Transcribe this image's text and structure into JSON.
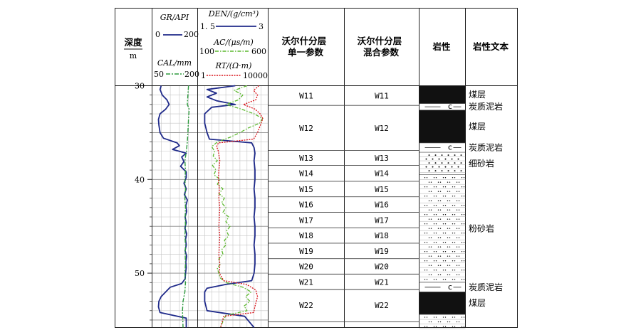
{
  "header": {
    "depth": "深度",
    "depth_unit": "m",
    "gr_label": "GR/API",
    "gr_min": "0",
    "gr_max": "200",
    "cal_label": "CAL/mm",
    "cal_min": "50",
    "cal_max": "200",
    "den_label": "DEN/(g/cm³)",
    "den_min": "1. 5",
    "den_max": "3",
    "ac_label": "AC/(μs/m)",
    "ac_min": "100",
    "ac_max": "600",
    "rt_label": "RT/(Ω·m)",
    "rt_min": "1",
    "rt_max": "10000",
    "single_param": "沃尔什分层\n单一参数",
    "mixed_param": "沃尔什分层\n混合参数",
    "lithology": "岩性",
    "lithology_text": "岩性文本"
  },
  "depth_ticks": [
    {
      "value": 30,
      "label": "30"
    },
    {
      "value": 40,
      "label": "40"
    },
    {
      "value": 50,
      "label": "50"
    }
  ],
  "walsh_single": [
    {
      "top": 30.0,
      "bottom": 32.1,
      "label": "W11"
    },
    {
      "top": 32.1,
      "bottom": 36.9,
      "label": "W12"
    },
    {
      "top": 36.9,
      "bottom": 38.5,
      "label": "W13"
    },
    {
      "top": 38.5,
      "bottom": 40.2,
      "label": "W14"
    },
    {
      "top": 40.2,
      "bottom": 41.85,
      "label": "W15"
    },
    {
      "top": 41.85,
      "bottom": 43.5,
      "label": "W16"
    },
    {
      "top": 43.5,
      "bottom": 45.15,
      "label": "W17"
    },
    {
      "top": 45.15,
      "bottom": 46.8,
      "label": "W18"
    },
    {
      "top": 46.8,
      "bottom": 48.45,
      "label": "W19"
    },
    {
      "top": 48.45,
      "bottom": 50.1,
      "label": "W20"
    },
    {
      "top": 50.1,
      "bottom": 51.75,
      "label": "W21"
    },
    {
      "top": 51.75,
      "bottom": 55.8,
      "label": "W22"
    }
  ],
  "walsh_mixed": [
    {
      "top": 30.0,
      "bottom": 32.1,
      "label": "W11"
    },
    {
      "top": 32.1,
      "bottom": 36.9,
      "label": "W12"
    },
    {
      "top": 36.9,
      "bottom": 38.5,
      "label": "W13"
    },
    {
      "top": 38.5,
      "bottom": 40.2,
      "label": "W14"
    },
    {
      "top": 40.2,
      "bottom": 41.85,
      "label": "W15"
    },
    {
      "top": 41.85,
      "bottom": 43.5,
      "label": "W16"
    },
    {
      "top": 43.5,
      "bottom": 45.15,
      "label": "W17"
    },
    {
      "top": 45.15,
      "bottom": 46.8,
      "label": "W18"
    },
    {
      "top": 46.8,
      "bottom": 48.45,
      "label": "W19"
    },
    {
      "top": 48.45,
      "bottom": 50.1,
      "label": "W20"
    },
    {
      "top": 50.1,
      "bottom": 51.75,
      "label": "W21"
    },
    {
      "top": 51.75,
      "bottom": 55.8,
      "label": "W22"
    }
  ],
  "lithology": [
    {
      "top": 30.0,
      "bottom": 31.9,
      "type": "coal",
      "label": "煤层"
    },
    {
      "top": 31.9,
      "bottom": 32.6,
      "type": "carb-mudstone",
      "label": "炭质泥岩"
    },
    {
      "top": 32.6,
      "bottom": 36.1,
      "type": "coal",
      "label": "煤层"
    },
    {
      "top": 36.1,
      "bottom": 37.1,
      "type": "carb-mudstone",
      "label": "炭质泥岩"
    },
    {
      "top": 37.1,
      "bottom": 39.5,
      "type": "fine-sandstone",
      "label": "细砂岩"
    },
    {
      "top": 39.5,
      "bottom": 51.0,
      "type": "siltstone",
      "label": "粉砂岩"
    },
    {
      "top": 51.0,
      "bottom": 52.0,
      "type": "carb-mudstone",
      "label": "炭质泥岩"
    },
    {
      "top": 52.0,
      "bottom": 54.4,
      "type": "coal",
      "label": "煤层"
    },
    {
      "top": 54.4,
      "bottom": 55.8,
      "type": "siltstone",
      "label": ""
    }
  ],
  "colors": {
    "gr": "#1f2a8a",
    "cal": "#2e9a3e",
    "den": "#1f2a8a",
    "ac": "#5cb82e",
    "rt": "#d9141b",
    "coal": "#111111",
    "grid": "#b0b0b0"
  },
  "chart_data": {
    "type": "line",
    "y_axis": {
      "label": "深度",
      "unit": "m",
      "range": [
        30,
        55.8
      ]
    },
    "tracks": [
      {
        "name": "GR",
        "scale": [
          0,
          200
        ],
        "points": [
          [
            30,
            40
          ],
          [
            30.4,
            35
          ],
          [
            31,
            45
          ],
          [
            31.5,
            65
          ],
          [
            32,
            75
          ],
          [
            32.5,
            60
          ],
          [
            33,
            35
          ],
          [
            33.6,
            28
          ],
          [
            34.2,
            30
          ],
          [
            35,
            35
          ],
          [
            35.6,
            50
          ],
          [
            36.1,
            110
          ],
          [
            36.4,
            120
          ],
          [
            36.8,
            90
          ],
          [
            37.2,
            150
          ],
          [
            37.6,
            130
          ],
          [
            38.1,
            140
          ],
          [
            38.6,
            125
          ],
          [
            39.2,
            150
          ],
          [
            39.8,
            150
          ],
          [
            40.4,
            140
          ],
          [
            41,
            150
          ],
          [
            41.6,
            142
          ],
          [
            42.2,
            155
          ],
          [
            42.8,
            148
          ],
          [
            43.4,
            152
          ],
          [
            44,
            145
          ],
          [
            44.6,
            150
          ],
          [
            45.2,
            144
          ],
          [
            45.8,
            152
          ],
          [
            46.4,
            147
          ],
          [
            47,
            150
          ],
          [
            47.6,
            145
          ],
          [
            48.2,
            152
          ],
          [
            48.8,
            148
          ],
          [
            49.4,
            150
          ],
          [
            50,
            147
          ],
          [
            50.6,
            145
          ],
          [
            51.1,
            130
          ],
          [
            51.5,
            80
          ],
          [
            52,
            60
          ],
          [
            52.5,
            40
          ],
          [
            53,
            30
          ],
          [
            53.6,
            28
          ],
          [
            54.2,
            35
          ],
          [
            54.8,
            150
          ],
          [
            55.8,
            150
          ]
        ]
      },
      {
        "name": "CAL",
        "scale": [
          50,
          200
        ],
        "points": [
          [
            30,
            170
          ],
          [
            31,
            168
          ],
          [
            32,
            166
          ],
          [
            32.5,
            172
          ],
          [
            33.5,
            170
          ],
          [
            35,
            168
          ],
          [
            36,
            166
          ],
          [
            37,
            163
          ],
          [
            38,
            158
          ],
          [
            39,
            160
          ],
          [
            40,
            158
          ],
          [
            41,
            160
          ],
          [
            42,
            158
          ],
          [
            43,
            160
          ],
          [
            44,
            159
          ],
          [
            45,
            160
          ],
          [
            46,
            158
          ],
          [
            47,
            160
          ],
          [
            48,
            159
          ],
          [
            49,
            160
          ],
          [
            50,
            158
          ],
          [
            51,
            160
          ],
          [
            52,
            158
          ],
          [
            53,
            152
          ],
          [
            54,
            150
          ],
          [
            55.8,
            152
          ]
        ]
      },
      {
        "name": "DEN",
        "scale": [
          1.5,
          3
        ],
        "points": [
          [
            30,
            2.3
          ],
          [
            30.4,
            1.7
          ],
          [
            30.8,
            1.9
          ],
          [
            31.2,
            1.7
          ],
          [
            31.6,
            1.9
          ],
          [
            32,
            2.3
          ],
          [
            32.3,
            1.8
          ],
          [
            33,
            1.65
          ],
          [
            34,
            1.65
          ],
          [
            35,
            1.7
          ],
          [
            35.7,
            1.75
          ],
          [
            36.1,
            2.65
          ],
          [
            36.6,
            2.7
          ],
          [
            37.2,
            2.72
          ],
          [
            38,
            2.7
          ],
          [
            39,
            2.72
          ],
          [
            40,
            2.72
          ],
          [
            41,
            2.7
          ],
          [
            42,
            2.72
          ],
          [
            43,
            2.72
          ],
          [
            44,
            2.7
          ],
          [
            45,
            2.72
          ],
          [
            46,
            2.72
          ],
          [
            47,
            2.7
          ],
          [
            48,
            2.72
          ],
          [
            49,
            2.72
          ],
          [
            50,
            2.7
          ],
          [
            50.8,
            2.65
          ],
          [
            51.2,
            2.1
          ],
          [
            51.6,
            1.7
          ],
          [
            52,
            1.65
          ],
          [
            53,
            1.65
          ],
          [
            54,
            1.7
          ],
          [
            54.6,
            2.5
          ],
          [
            55.8,
            2.7
          ]
        ]
      },
      {
        "name": "AC",
        "scale": [
          100,
          600
        ],
        "points": [
          [
            30,
            450
          ],
          [
            30.5,
            360
          ],
          [
            31,
            420
          ],
          [
            31.5,
            390
          ],
          [
            32,
            300
          ],
          [
            32.5,
            410
          ],
          [
            33,
            500
          ],
          [
            33.5,
            560
          ],
          [
            34,
            540
          ],
          [
            34.5,
            460
          ],
          [
            35,
            400
          ],
          [
            35.5,
            330
          ],
          [
            36,
            240
          ],
          [
            36.5,
            200
          ],
          [
            37,
            220
          ],
          [
            37.5,
            210
          ],
          [
            38,
            240
          ],
          [
            38.5,
            205
          ],
          [
            39,
            230
          ],
          [
            39.5,
            215
          ],
          [
            40,
            260
          ],
          [
            40.5,
            240
          ],
          [
            41,
            280
          ],
          [
            41.5,
            250
          ],
          [
            42,
            290
          ],
          [
            42.5,
            270
          ],
          [
            43,
            300
          ],
          [
            43.5,
            280
          ],
          [
            44,
            320
          ],
          [
            44.5,
            300
          ],
          [
            45,
            330
          ],
          [
            45.5,
            305
          ],
          [
            46,
            320
          ],
          [
            46.5,
            290
          ],
          [
            47,
            300
          ],
          [
            47.5,
            270
          ],
          [
            48,
            280
          ],
          [
            48.5,
            250
          ],
          [
            49,
            260
          ],
          [
            49.5,
            240
          ],
          [
            50,
            250
          ],
          [
            50.5,
            260
          ],
          [
            51,
            300
          ],
          [
            51.5,
            420
          ],
          [
            52,
            480
          ],
          [
            52.5,
            440
          ],
          [
            53,
            470
          ],
          [
            53.5,
            430
          ],
          [
            54,
            450
          ],
          [
            54.5,
            300
          ],
          [
            55.8,
            260
          ]
        ]
      },
      {
        "name": "RT",
        "scale": [
          1,
          10000
        ],
        "log": true,
        "points": [
          [
            30,
            3000
          ],
          [
            30.5,
            1500
          ],
          [
            31,
            2500
          ],
          [
            31.5,
            2000
          ],
          [
            32,
            400
          ],
          [
            32.5,
            1800
          ],
          [
            33,
            3500
          ],
          [
            33.5,
            5000
          ],
          [
            34,
            4000
          ],
          [
            35,
            2500
          ],
          [
            35.7,
            1500
          ],
          [
            36.1,
            15
          ],
          [
            36.5,
            12
          ],
          [
            37,
            15
          ],
          [
            38,
            18
          ],
          [
            39,
            16
          ],
          [
            40,
            15
          ],
          [
            41,
            17
          ],
          [
            42,
            16
          ],
          [
            43,
            18
          ],
          [
            44,
            17
          ],
          [
            45,
            16
          ],
          [
            46,
            18
          ],
          [
            47,
            17
          ],
          [
            48,
            16
          ],
          [
            49,
            18
          ],
          [
            50,
            17
          ],
          [
            50.8,
            30
          ],
          [
            51.2,
            600
          ],
          [
            51.8,
            2000
          ],
          [
            52.5,
            2500
          ],
          [
            53.5,
            1800
          ],
          [
            54.2,
            1500
          ],
          [
            54.6,
            30
          ],
          [
            55.8,
            20
          ]
        ]
      }
    ]
  }
}
